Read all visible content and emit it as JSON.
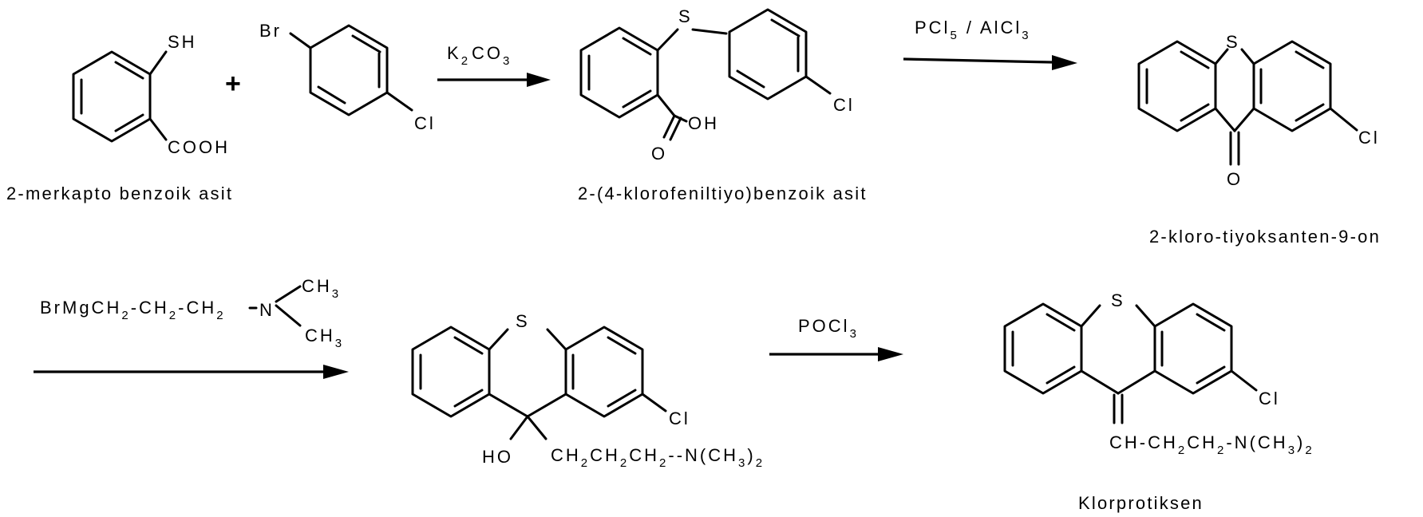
{
  "atoms": {
    "sh": "SH",
    "br": "Br",
    "cl": "Cl",
    "cooh": "COOH",
    "s": "S",
    "o": "O",
    "oh": "OH",
    "ho": "HO",
    "n": "N",
    "ch3": "CH",
    "sub3": "3"
  },
  "plus": "+",
  "reagents": {
    "r1": {
      "main": "K",
      "sub1": "2",
      "mid": "CO",
      "sub2": "3"
    },
    "r2": {
      "a": "PCl",
      "s1": "5",
      "b": " / AlCl",
      "s2": "3"
    },
    "r3": {
      "a": "BrMgCH",
      "s1": "2",
      "b": "-CH",
      "s2": "2",
      "c": "-CH",
      "s3": "2"
    },
    "r4": {
      "a": "POCl",
      "s1": "3"
    }
  },
  "sidechains": {
    "sc1": {
      "a": "CH",
      "s1": "2",
      "b": "CH",
      "s2": "2",
      "c": "CH",
      "s3": "2",
      "d": "--N(CH",
      "s4": "3",
      "e": ")",
      "s5": "2"
    },
    "sc2": {
      "a": "CH-CH",
      "s1": "2",
      "b": "CH",
      "s2": "2",
      "c": "-N(CH",
      "s3": "3",
      "d": ")",
      "s4": "2"
    }
  },
  "names": {
    "mercapto": "2-merkapto benzoik asit",
    "chlorophenylthio": "2-(4-klorofeniltiyo)benzoik asit",
    "thioxanthenone": "2-kloro-tiyoksanten-9-on",
    "product": "Klorprotiksen"
  }
}
